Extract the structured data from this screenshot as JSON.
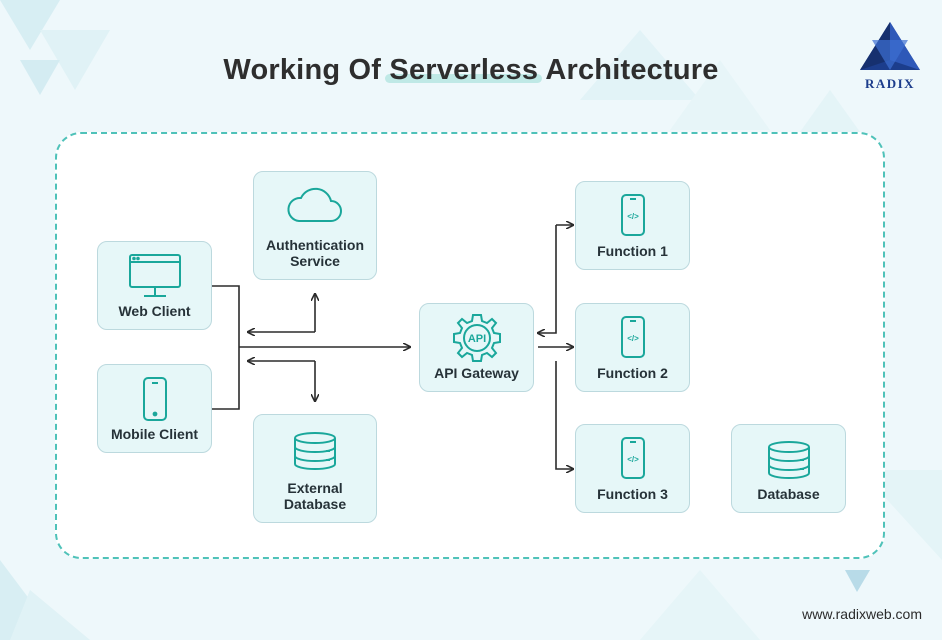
{
  "title": {
    "prefix": "Working Of ",
    "highlight": "Serverless",
    "suffix": " Architecture"
  },
  "brand": {
    "logo_text": "RADIX",
    "website": "www.radixweb.com"
  },
  "nodes": {
    "web_client": "Web Client",
    "mobile_client": "Mobile Client",
    "auth_service": "Authentication Service",
    "external_db": "External Database",
    "api_gateway": "API Gateway",
    "api_badge": "API",
    "function1": "Function 1",
    "function2": "Function 2",
    "function3": "Function 3",
    "database": "Database"
  },
  "code_glyph": "</>",
  "colors": {
    "accent": "#4fc2b9",
    "node_fill": "#e6f7f8",
    "icon": "#1aa79b",
    "line": "#2b2b2b",
    "brand": "#1c3d8c"
  }
}
